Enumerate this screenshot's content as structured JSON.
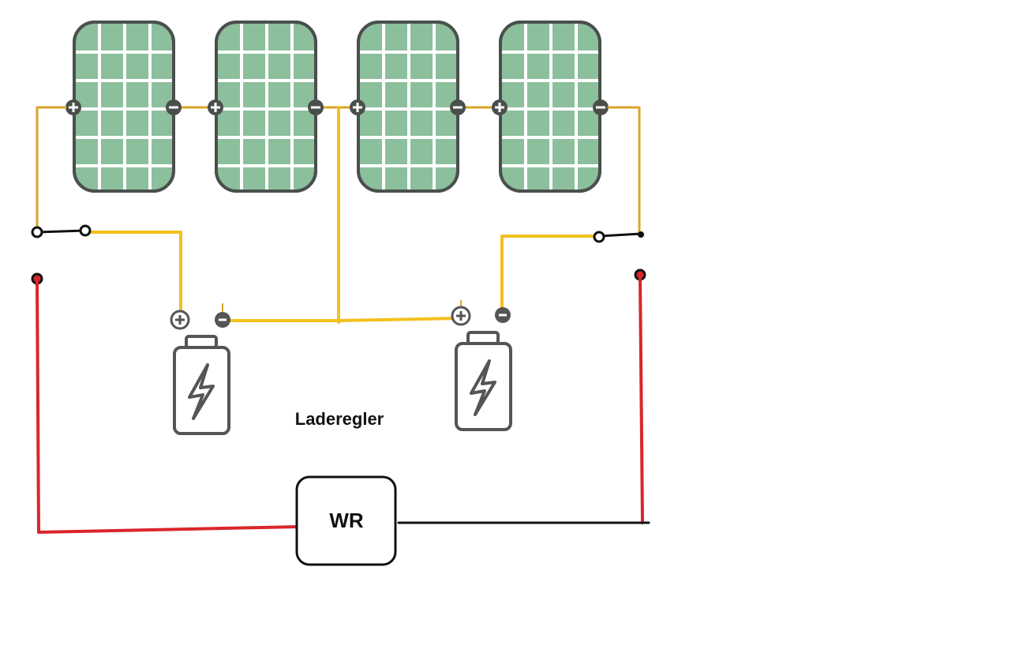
{
  "labels": {
    "controller": "Laderegler",
    "inverter": "WR"
  },
  "colors": {
    "panel_fill": "#8cbf9c",
    "panel_border": "#4a4f4c",
    "panel_grid": "#ffffff",
    "wire_dc": "#f2c01e",
    "wire_dc_dark": "#d9a52a",
    "wire_ac_red": "#d9262b",
    "wire_black": "#111111",
    "terminal": "#4a4f4c",
    "battery": "#555555"
  },
  "components": {
    "solar_panels": [
      "solar-panel-1",
      "solar-panel-2",
      "solar-panel-3",
      "solar-panel-4"
    ],
    "batteries": [
      "battery-left",
      "battery-right"
    ],
    "switches": [
      "switch-left",
      "switch-right"
    ],
    "inverter": "inverter-box"
  }
}
